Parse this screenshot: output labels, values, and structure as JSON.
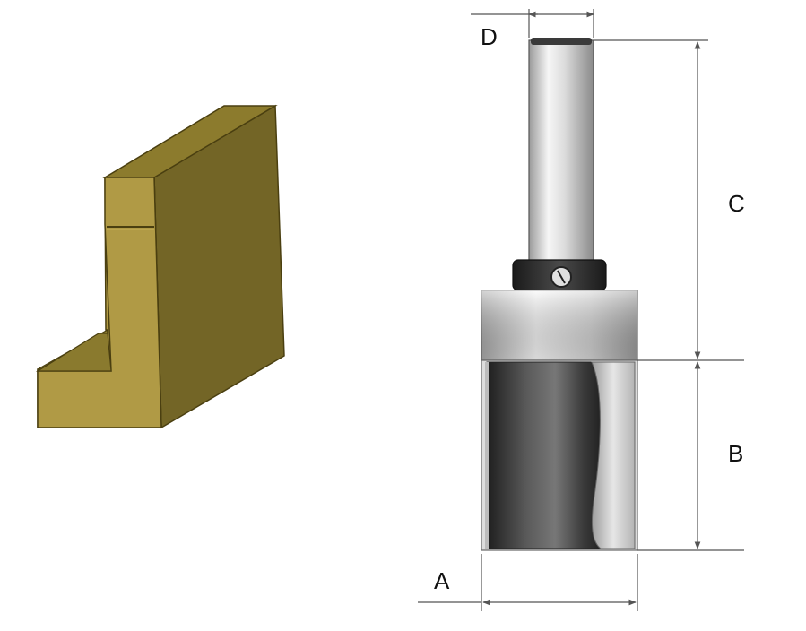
{
  "labels": {
    "a": "A",
    "b": "B",
    "c": "C",
    "d": "D"
  },
  "colors": {
    "wood_front": "#b09a45",
    "wood_side": "#736526",
    "wood_top": "#8a7a2e",
    "wood_edge": "#4a3f10",
    "steel_light": "#f4f4f4",
    "steel_mid": "#c8c8c8",
    "steel_dark": "#8c8c8c",
    "cutter_dark": "#2c2c2c",
    "cutter_mid": "#6e6e6e",
    "dimension_line": "#555555"
  },
  "icons": {
    "workpiece": "l-profile-workpiece-icon",
    "router_bit": "flush-trim-router-bit-icon"
  }
}
